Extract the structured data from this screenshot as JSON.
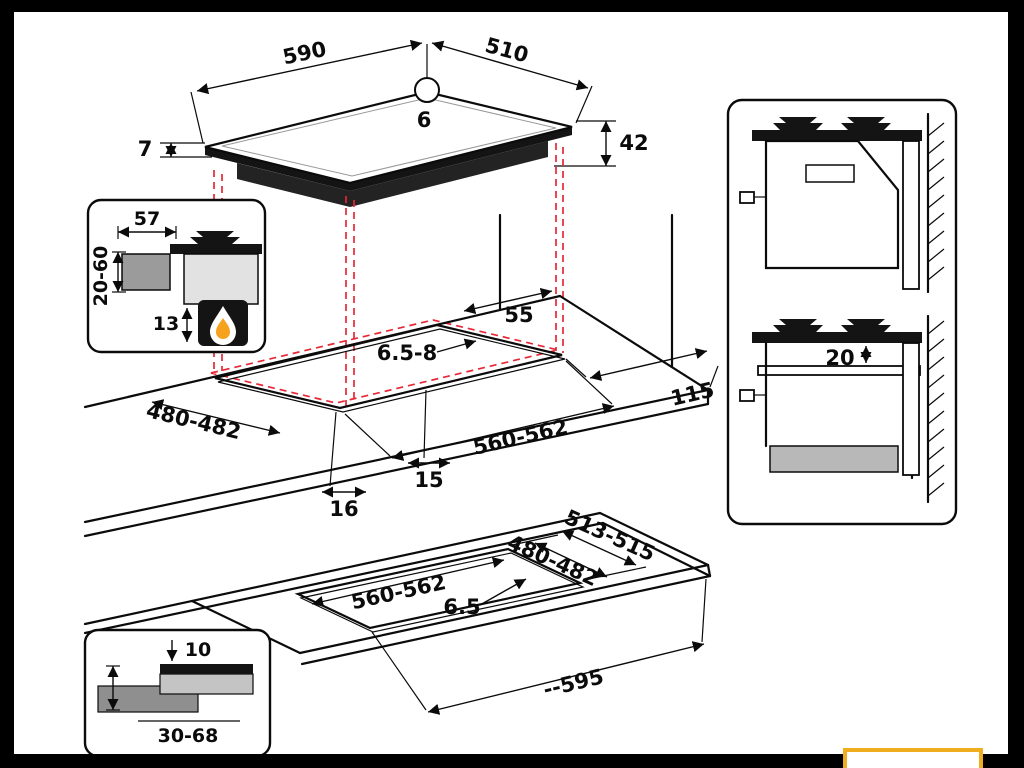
{
  "colors": {
    "line": "#0b0b0b",
    "projection_red": "#e62737",
    "highlight_yellow": "#f0ad1f",
    "metal_gray": "#9b9b9b"
  },
  "hob": {
    "width": "590",
    "depth": "510",
    "corner_hole": "6",
    "glass_thickness": "7",
    "total_height": "42"
  },
  "edge_profile": {
    "burner_width": "57",
    "worktop_thickness": "20-60",
    "clearance_below": "13"
  },
  "worktop": {
    "corner_radius": "55",
    "panel_thickness": "6.5-8",
    "cutout_depth": "480-482",
    "side_clearance": "115",
    "edge_gap": "15",
    "front_clearance": "16",
    "cutout_width": "560-562"
  },
  "side_view": {
    "under_clearance": "20"
  },
  "flush_mount": {
    "recess_depth_outer": "513-515",
    "cutout_depth": "480-482",
    "cutout_width": "560-562",
    "recess_step": "6.5",
    "overall_width": "--595"
  },
  "flush_profile": {
    "step_height": "10",
    "clamp_range": "30-68"
  }
}
